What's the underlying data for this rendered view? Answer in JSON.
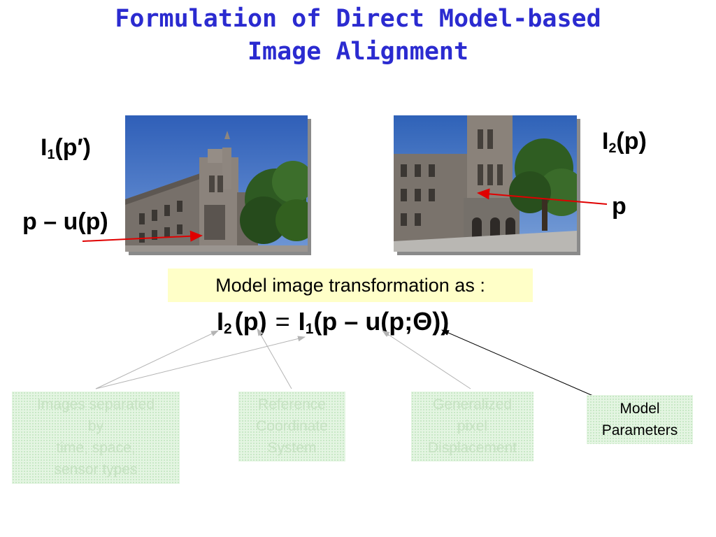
{
  "title": {
    "line1": "Formulation of Direct Model-based",
    "line2": "Image Alignment"
  },
  "left": {
    "label_I": "I",
    "label_sub": "1",
    "label_arg": "(p′)",
    "label_disp": "p – u(p)"
  },
  "right": {
    "label_I": "I",
    "label_sub": "2",
    "label_arg": "(p)",
    "label_p": "p"
  },
  "callout": "Model image transformation as :",
  "equation": {
    "I2": "I",
    "I2_sub": "2",
    "lhs_arg": "(p)",
    "eq": "=",
    "I1": "I",
    "I1_sub": "1",
    "rhs_arg": "(p – u(p;",
    "theta": "Θ",
    "close": "))"
  },
  "notes": {
    "images": [
      "Images separated",
      "by",
      "time, space,",
      "sensor types"
    ],
    "reference": [
      "Reference",
      "Coordinate",
      "System"
    ],
    "displacement": [
      "Generalized",
      "pixel",
      "Displacement"
    ],
    "model": [
      "Model",
      "Parameters"
    ]
  },
  "colors": {
    "title": "#2b2bd0",
    "callout_bg": "#ffffc8",
    "note_bg": "#e4f5e2",
    "note_text": "#c6e2c2",
    "arrow_red": "#e00000",
    "arrow_gray": "#b4b4b4"
  }
}
